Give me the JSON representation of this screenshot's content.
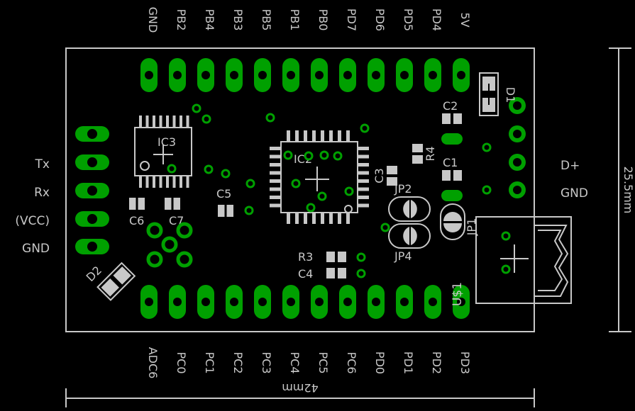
{
  "header_pins": [
    "GND",
    "PB2",
    "PB4",
    "PB3",
    "PB5",
    "PB1",
    "PB0",
    "PD7",
    "PD6",
    "PD5",
    "PD4",
    "5V"
  ],
  "bottom_pins": [
    "ADC6",
    "PC0",
    "PC1",
    "PC2",
    "PC3",
    "PC4",
    "PC5",
    "PC6",
    "PD0",
    "PD1",
    "PD2",
    "PD3"
  ],
  "left_labels": [
    "Tx",
    "Rx",
    "(VCC)",
    "GND"
  ],
  "right_labels": [
    "D+",
    "GND"
  ],
  "dim_width": "42mm",
  "dim_height": "25.5mm",
  "components": {
    "ic3": "IC3",
    "ic2": "IC2",
    "c2": "C2",
    "c1": "C1",
    "c3": "C3",
    "c4": "C4",
    "c5": "C5",
    "c6": "C6",
    "c7": "C7",
    "r3": "R3",
    "r4": "R4",
    "d1": "D1",
    "d2": "D2",
    "jp1": "JP1",
    "jp2": "JP2",
    "jp4": "JP4",
    "us1": "U$1"
  },
  "colors": {
    "copper": "#00a000",
    "silk": "#c8c8c8",
    "background": "#000000"
  }
}
